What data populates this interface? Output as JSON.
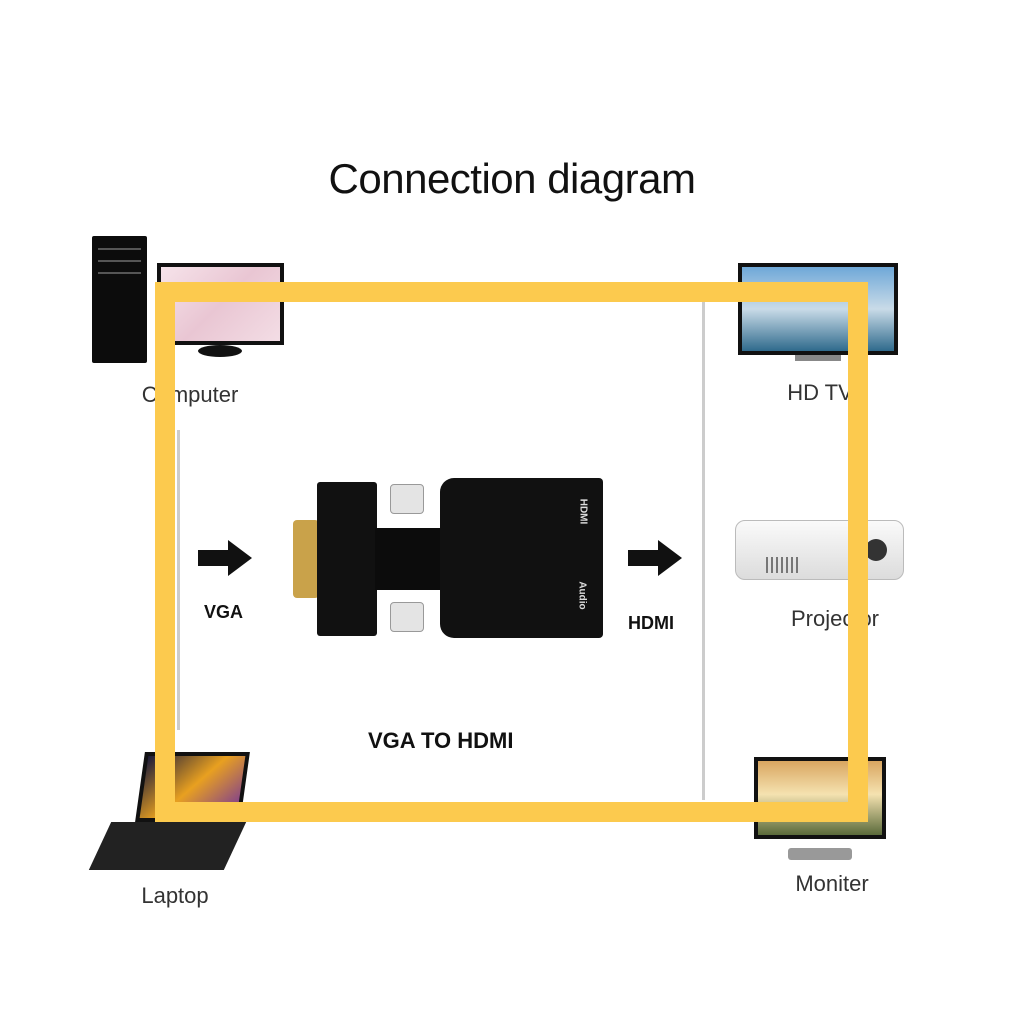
{
  "title": "Connection diagram",
  "devices": {
    "computer": "Computer",
    "laptop": "Laptop",
    "hdtv": "HD TV",
    "projector": "Projector",
    "monitor": "Moniter"
  },
  "adapter": {
    "input_label": "VGA",
    "output_label": "HDMI",
    "caption": "VGA TO HDMI",
    "port_hdmi": "HDMI",
    "port_audio": "Audio"
  },
  "colors": {
    "frame": "#fcca4e",
    "adapter": "#111111",
    "vga_pins": "#c9a24a"
  }
}
